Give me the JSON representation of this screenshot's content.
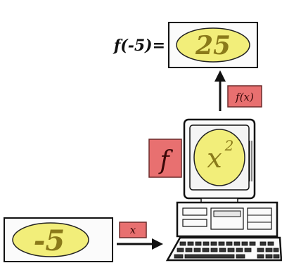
{
  "diagram": {
    "output_prefix": "f(-5)=",
    "output_value": "25",
    "input_value": "-5",
    "function_name": "f",
    "function_rule_base": "x",
    "function_rule_exponent": "2",
    "input_arrow_label": "x",
    "output_arrow_label": "f(x)"
  },
  "colors": {
    "ellipse_fill": "#f2ee7a",
    "ellipse_text": "#8a7a1a",
    "tag_fill": "#e87070",
    "box_fill": "#fbfbfb",
    "ink": "#111111"
  }
}
